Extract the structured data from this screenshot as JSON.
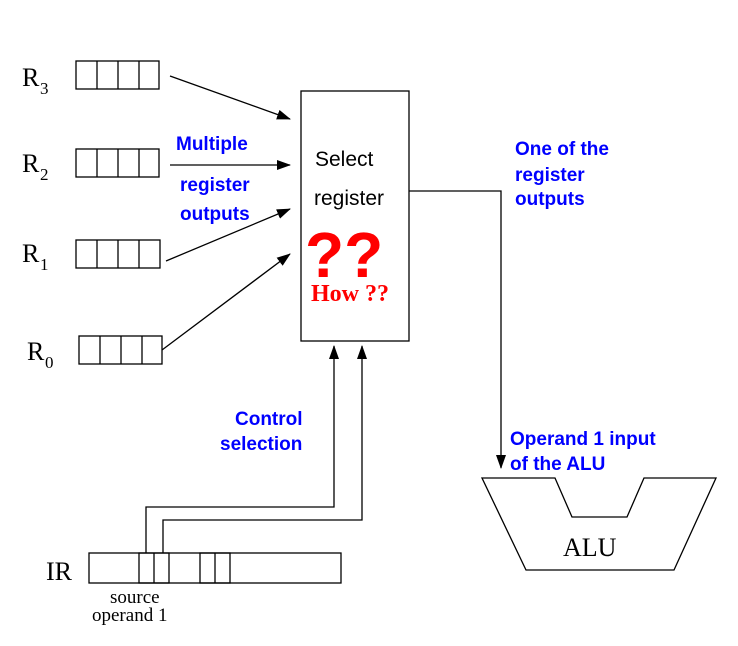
{
  "registers": [
    {
      "id": "r3",
      "letter": "R",
      "subscript": "3"
    },
    {
      "id": "r2",
      "letter": "R",
      "subscript": "2"
    },
    {
      "id": "r1",
      "letter": "R",
      "subscript": "1"
    },
    {
      "id": "r0",
      "letter": "R",
      "subscript": "0"
    }
  ],
  "labels": {
    "multiple_line1": "Multiple",
    "multiple_line2": "register",
    "multiple_line3": "outputs",
    "select_line1": "Select",
    "select_line2": "register",
    "question_marks": "??",
    "how": "How ??",
    "one_of_line1": "One of the",
    "one_of_line2": "register",
    "one_of_line3": "outputs",
    "control_line1": "Control",
    "control_line2": "selection",
    "operand_line1": "Operand 1 input",
    "operand_line2": "of the ALU",
    "alu": "ALU",
    "ir": "IR",
    "source_line1": "source",
    "source_line2": "operand 1"
  },
  "colors": {
    "blue_text": "#0000ff",
    "red_text": "#ff0000",
    "line": "#000000"
  }
}
